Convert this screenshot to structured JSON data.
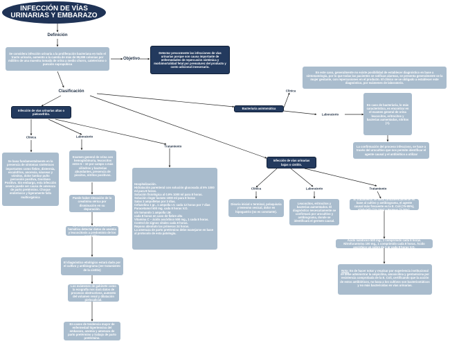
{
  "title": "INFECCIÓN DE VÍAS\nURINARIAS Y EMBARAZO",
  "links": {
    "definicion": "Definición",
    "objetivo": "Objetivo",
    "clasificacion": "Clasificación",
    "clinica": "Clínica",
    "laboratorio": "Laboratorio",
    "tratamiento": "Tratamiento"
  },
  "definicion_text": "Se considera infección urinaria a la proliferación bacteriana en todo el tracto urinario, aumento a la cuenta de más de 99,999 colonias por mililitro de una muestra tomada de orina a medio chorro, cateterismo o punción suprapúbica",
  "objetivo_text": "Detectar precozmente las infecciones de vías urinarias porque son causa importante de enfermedades de repercusión sistémica y morbimortalidad fetal por prematurez del producto y costo adicional innecesario.",
  "altas": {
    "heading": "Infección de vías urinarias altas o pielonefritis.",
    "clinica": "Se basa fundamentalmente en la presencia de síntomas sistémicos importantes como fiebre, distermia, escalofríos, anorexia, náuseas y vómitos, dolor lumbar puño percusión positiva, Giordano Positivo. Sin embargo, esta infección severa puede ser causa de amenaza de parto pretérmino. Choque endotóxico y ligeramente falla multiorgánica",
    "laboratorio": [
      "Examen general de orina con hemoglobinuria, leucocitos entre 5 – 10 por campo o más cilindros y bacterias abundantes, presencia de piocitos, nitritos positivos.",
      "Puede haber elevación de la creatinina sérica por disminución en su depuración.",
      "Es frecuente en la biometría hemática detectar datos de anemia y leucocitosis a predominio de los neutrófilos",
      "El diagnóstico etiológico estará dado por el cultivo y antibiograma (ver tratamiento de la cistitis)",
      "Los exámenes de gabinete como la ecografía nos dará datos de procesos obstructivos, aumento del volumen renal y dilatación pielocalicial.",
      "En casos de tendencia mayor de enfermedad hipertensiva del embarazo, anemia y amenaza de parto pretérmino y trabajo de parto pretérmino."
    ],
    "tratamiento": "Hospitalización.\nHidratación parenteral con solución glucosada al 5% 1000 ml para 8 horas.\nSolución fisiológica al 0.9% 1000 ml para 8 horas.\nSolución ringer lactato 1000 ml para 8 horas\nSalas 3 ampolletas por 3 días.\nCefazolina 1 gr., 1 ampolla I.V. cada 12 horas por 7 días\nParacetamol 500 mg. cada 8 horas V.O.\nn/v tomando 1 ampolla I.M.\ncada 8 horas en caso de fiebre alta\nVitamina C – ácido ascórbico 500 mg., 1 cada 8 horas.\nControl de signos vitales cada 8 horas.\nReposo absoluto las primeras 24 horas.\nLa amenaza de parto pretérmino debe manejarse en base al protocolo de esta patología."
  },
  "bacteriuria": {
    "heading": "Bacteriuria asintomática",
    "clinica": "En este caso, generalmente no existe posibilidad de establecer diagnóstico en base a sintomatología, por lo que todas las pacientes se ratifican alarmas, se presenta generalmente se la mujer gestante, con repercusiones en el producto. El clínico se ve obligado a establecer este diagnóstico, por exámenes de laboratorio.",
    "laboratorio": [
      "En caso de bacteriuria, lo más característico, es encontrar en el examen general de orina leucocitos, eritrocitos y bacterias aumentadas, nitritos (+).",
      "La confirmación del proceso infeccioso, se hace a través del urocultivo que nos permite identificar el agente causal y el antibiótico a utilizar"
    ]
  },
  "bajas": {
    "heading": "Infección de vías urinarias bajas o cistitis.",
    "clinica": "Disuria inicial o terminal, polaquiuria y tenesmo vesical, dolor en hipogastrio (no es constante).",
    "laboratorio": "Leucocitos, eritrocitos y bacterias aumentados. El diagnóstico necesariamente se confirmará por urocultivo y antibiograma, donde se identificará el germen causal.",
    "tratamiento": [
      "El tratamiento se basa fundamentalmente en base al cultivo y antibiograma, el agente causal más frecuente es la E. Coli (75-95%), Klebsiella (10-15%) y Proteus (3-20%).",
      "Ácido nalidíxico 500 mg., 1 comprimido cada 6 horas. Nitrofurantoína 100 mg., 1 comprimido cada 8 horas. Ácido ascórbico un sobre de 1 gr cada 8 horas V.O."
    ],
    "nota_label": "Nota:",
    "nota": " Es de hacer notar y recalcar por experiencia institucional se debe administrar la ampicilina, amoxicilina y gentamicina por resistencia comprobada de la E. Coli, certificando que la acción de estos antibióticos, no basa a los cultivos son bacteriostáticos y no más bactericidas en vías urinarias."
  },
  "colors": {
    "light_box": "#a9bccd",
    "dark_box": "#233a5e",
    "title_bg": "#1f3356",
    "line": "#222222"
  }
}
